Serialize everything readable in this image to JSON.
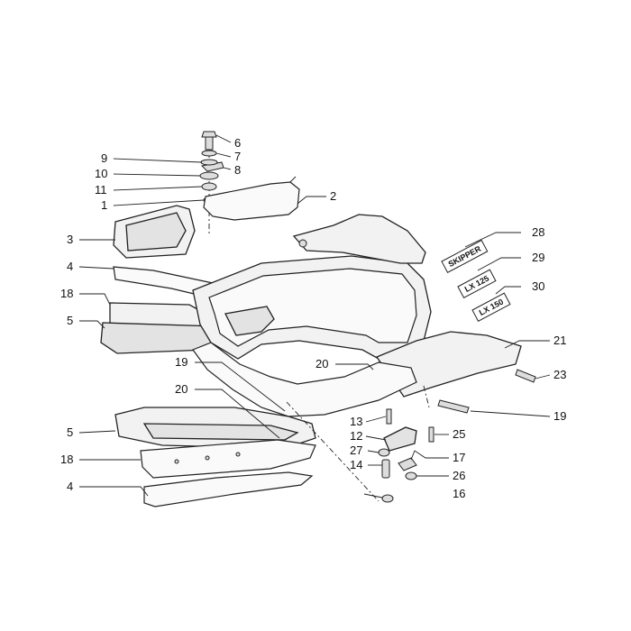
{
  "callouts": {
    "c1": "1",
    "c2": "2",
    "c3": "3",
    "c4a": "4",
    "c4b": "4",
    "c5a": "5",
    "c5b": "5",
    "c6": "6",
    "c7": "7",
    "c8": "8",
    "c9": "9",
    "c10": "10",
    "c11": "11",
    "c12": "12",
    "c13": "13",
    "c14": "14",
    "c16": "16",
    "c17": "17",
    "c18a": "18",
    "c18b": "18",
    "c19a": "19",
    "c19b": "19",
    "c20a": "20",
    "c20b": "20",
    "c21": "21",
    "c23": "23",
    "c25": "25",
    "c26": "26",
    "c27": "27",
    "c28": "28",
    "c29": "29",
    "c30": "30"
  },
  "model_labels": {
    "skipper": "SKIPPER",
    "lx125": "LX 125",
    "lx150": "LX 150"
  }
}
